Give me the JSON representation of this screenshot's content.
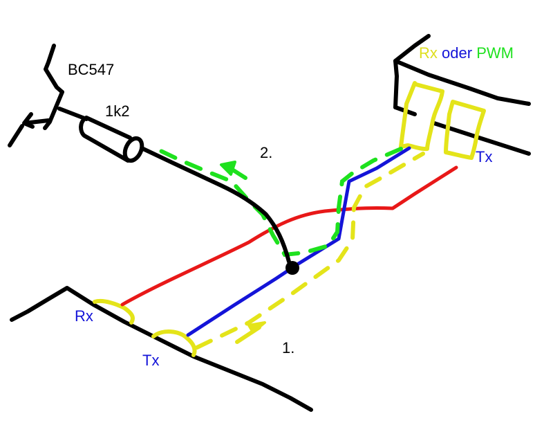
{
  "diagram": {
    "labels": {
      "transistor": "BC547",
      "resistor": "1k2",
      "step_two": "2.",
      "step_one": "1.",
      "left_rx": "Rx",
      "left_tx": "Tx",
      "right_tx": "Tx",
      "right_header_rx": "Rx",
      "right_header_oder": "oder",
      "right_header_pwm": "PWM"
    },
    "colors": {
      "outline": "#000000",
      "pads": "#e4e41a",
      "rx_wire": "#e81818",
      "tx_wire": "#1414d8",
      "signal_path_1": "#e4e41a",
      "signal_path_2": "#1ee11e",
      "label_blue": "#1414d8",
      "label_yellow": "#dede1e",
      "label_green": "#1ee11e"
    }
  }
}
